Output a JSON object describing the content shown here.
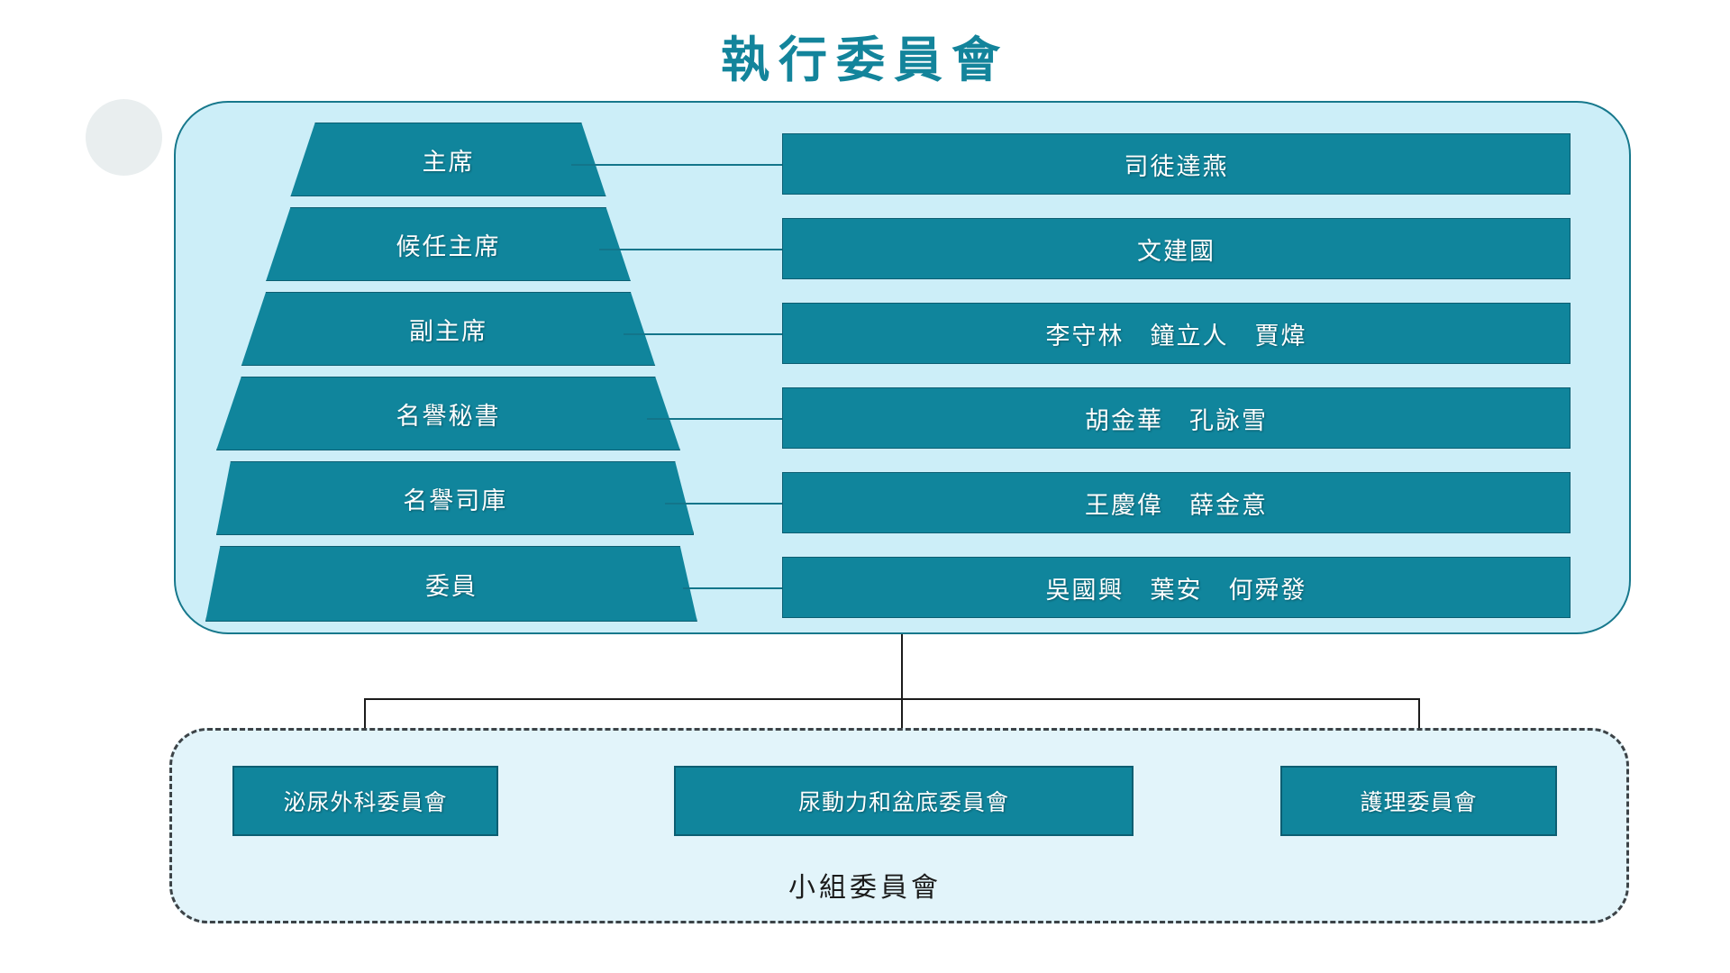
{
  "title": "執行委員會",
  "exec_committee": {
    "roles": [
      {
        "label": "主席",
        "names": "司徒達燕"
      },
      {
        "label": "候任主席",
        "names": "文建國"
      },
      {
        "label": "副主席",
        "names": "李守林　鐘立人　賈煒"
      },
      {
        "label": "名譽秘書",
        "names": "胡金華　孔詠雪"
      },
      {
        "label": "名譽司庫",
        "names": "王慶偉　薛金意"
      },
      {
        "label": "委員",
        "names": "吳國興　葉安　何舜發"
      }
    ]
  },
  "subcommittees": {
    "caption": "小組委員會",
    "items": [
      {
        "label": "泌尿外科委員會"
      },
      {
        "label": "尿動力和盆底委員會"
      },
      {
        "label": "護理委員會"
      }
    ]
  },
  "colors": {
    "title": "#13849B",
    "box_fill": "#10859C",
    "box_border": "#0C5E72",
    "panel_fill": "#CCEEF8",
    "panel_border": "#17788C",
    "sub_panel_fill": "#E2F4FA",
    "sub_panel_border": "#3C4347",
    "connector": "#13758A",
    "deco_circle": "#E9EEEF"
  }
}
